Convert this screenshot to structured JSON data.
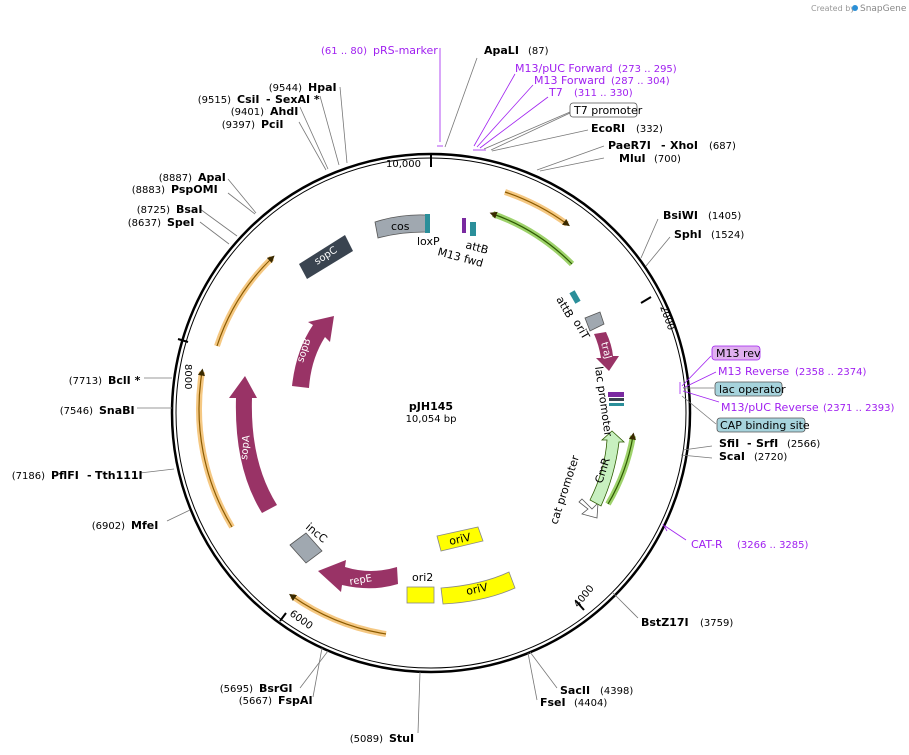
{
  "header": {
    "created_by": "Created by",
    "brand": "SnapGene"
  },
  "plasmid": {
    "name": "pJH145",
    "size": "10,054 bp"
  },
  "ticks": {
    "t10000": "10,000",
    "t2000": "2000",
    "t4000": "4000",
    "t6000": "6000",
    "t8000": "8000"
  },
  "sites": {
    "apali": {
      "name": "ApaLI",
      "pos": "(87)"
    },
    "ecori": {
      "name": "EcoRI",
      "pos": "(332)"
    },
    "paer7i": {
      "name": "PaeR7I",
      "sep": "-",
      "name2": "XhoI",
      "pos": "(687)"
    },
    "mlui": {
      "name": "MluI",
      "pos": "(700)"
    },
    "bsiwi": {
      "name": "BsiWI",
      "pos": "(1405)"
    },
    "sphi": {
      "name": "SphI",
      "pos": "(1524)"
    },
    "sfii": {
      "name": "SfiI",
      "sep": "-",
      "name2": "SrfI",
      "pos": "(2566)"
    },
    "scai": {
      "name": "ScaI",
      "pos": "(2720)"
    },
    "bstz17i": {
      "name": "BstZ17I",
      "pos": "(3759)"
    },
    "sacii": {
      "name": "SacII",
      "pos": "(4398)"
    },
    "fsei": {
      "name": "FseI",
      "pos": "(4404)"
    },
    "stui": {
      "name": "StuI",
      "pos": "(5089)"
    },
    "bsrgi": {
      "name": "BsrGI",
      "pos": "(5695)"
    },
    "fspai": {
      "name": "FspAI",
      "pos": "(5667)"
    },
    "mfei": {
      "name": "MfeI",
      "pos": "(6902)"
    },
    "pflfi": {
      "name": "PflFI",
      "sep": "-",
      "name2": "Tth111I",
      "pos": "(7186)"
    },
    "snabi": {
      "name": "SnaBI",
      "pos": "(7546)"
    },
    "bcli": {
      "name": "BclI *",
      "pos": "(7713)"
    },
    "spei": {
      "name": "SpeI",
      "pos": "(8637)"
    },
    "bsai": {
      "name": "BsaI",
      "pos": "(8725)"
    },
    "pspomi": {
      "name": "PspOMI",
      "pos": "(8883)"
    },
    "apai": {
      "name": "ApaI",
      "pos": "(8887)"
    },
    "pcii": {
      "name": "PciI",
      "pos": "(9397)"
    },
    "ahdi": {
      "name": "AhdI",
      "pos": "(9401)"
    },
    "csii": {
      "name": "CsiI",
      "sep": "-",
      "name2": "SexAI *",
      "pos": "(9515)"
    },
    "hpai": {
      "name": "HpaI",
      "pos": "(9544)"
    }
  },
  "primers": {
    "prs": {
      "name": "pRS-marker",
      "range": "(61 .. 80)"
    },
    "m13puc_fwd": {
      "name": "M13/pUC Forward",
      "range": "(273 .. 295)"
    },
    "m13_fwd": {
      "name": "M13 Forward",
      "range": "(287 .. 304)"
    },
    "t7": {
      "name": "T7",
      "range": "(311 .. 330)"
    },
    "m13_rev": {
      "name": "M13 rev"
    },
    "m13_reverse": {
      "name": "M13 Reverse",
      "range": "(2358 .. 2374)"
    },
    "m13puc_rev": {
      "name": "M13/pUC Reverse",
      "range": "(2371 .. 2393)"
    },
    "cat_r": {
      "name": "CAT-R",
      "range": "(3266 .. 3285)"
    }
  },
  "boxed": {
    "t7_promoter": "T7 promoter",
    "lac_operator": "lac operator",
    "cap_site": "CAP binding site"
  },
  "features": {
    "cos": "cos",
    "loxp": "loxP",
    "attb_top": "attB",
    "m13fwd": "M13 fwd",
    "attb_mid": "attB",
    "orit": "oriT",
    "traj": "traJ",
    "lac_promoter": "lac promoter",
    "cmr": "CmR",
    "cat_promoter": "cat promoter",
    "oriv1": "oriV",
    "oriv2": "oriV",
    "ori2": "ori2",
    "repe": "repE",
    "incc": "incC",
    "sopa": "sopA",
    "sopb": "sopB",
    "sopc": "sopC"
  },
  "colors": {
    "backbone": "#000000",
    "primer": "#a020f0",
    "feature_maroon": "#993366",
    "feature_gray": "#a0a8b0",
    "feature_dark": "#3a4450",
    "orfs_orange": "#f5c882",
    "orfs_green": "#9ed26b",
    "origin_yellow": "#ffff00",
    "box_blue": "#a6d3dc",
    "box_violet": "#e0b0f0"
  }
}
